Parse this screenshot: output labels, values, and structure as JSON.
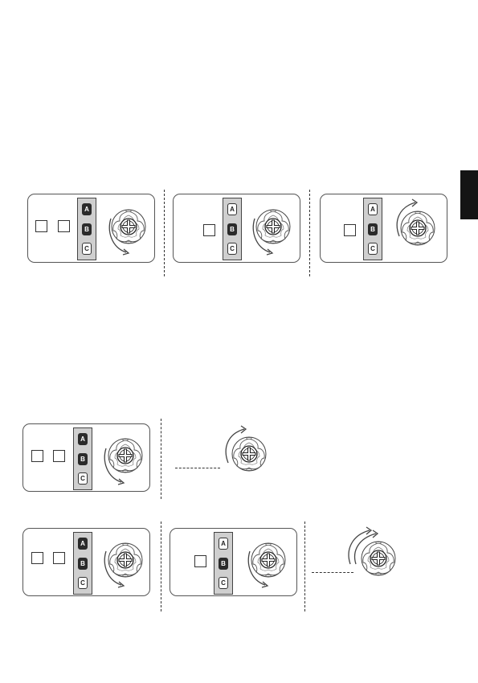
{
  "side_tab": {
    "color": "#141414"
  },
  "remote_column": {
    "labels": [
      "A",
      "B",
      "C"
    ],
    "active_color": "#2b2b2b",
    "inactive_color": "#ffffff"
  },
  "icons": {
    "dial": "rotary-dial-icon",
    "rotation": "rotation-arrow-icon",
    "double_rotation": "double-rotation-arrow-icon"
  }
}
